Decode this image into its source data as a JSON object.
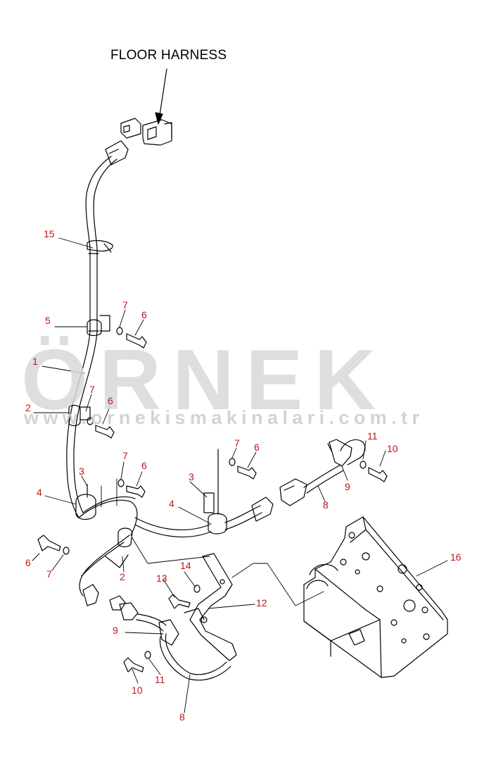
{
  "title": "FLOOR HARNESS",
  "watermark": {
    "brand": "ÖRNEK",
    "url": "www.ornekismakinalari.com.tr"
  },
  "callouts": {
    "c15": "15",
    "c7a": "7",
    "c6a": "6",
    "c5": "5",
    "c1": "1",
    "c2a": "2",
    "c7b": "7",
    "c6b": "6",
    "c7c": "7",
    "c6c": "6",
    "c3a": "3",
    "c4a": "4",
    "c7d": "7",
    "c6d": "6",
    "c3b": "3",
    "c4b": "4",
    "c11a": "11",
    "c10a": "10",
    "c9a": "9",
    "c8a": "8",
    "c6e": "6",
    "c7e": "7",
    "c2b": "2",
    "c14": "14",
    "c13": "13",
    "c12": "12",
    "c16": "16",
    "c9b": "9",
    "c10b": "10",
    "c11b": "11",
    "c8b": "8"
  },
  "colors": {
    "callout": "#c0161c",
    "line": "#000000",
    "watermark": "#d9d9d9"
  }
}
